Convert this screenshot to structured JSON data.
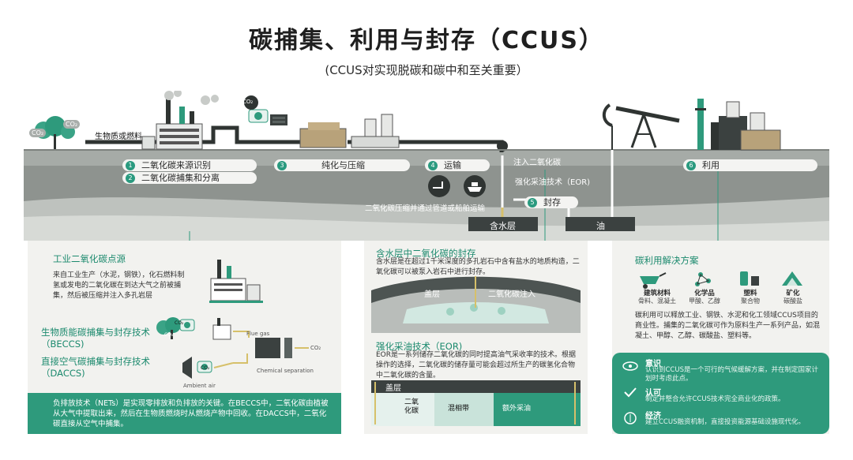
{
  "title": "碳捕集、利用与封存（CCUS）",
  "subtitle": "(CCUS对实现脱碳和碳中和至关重要）",
  "scene": {
    "co2_left_1": "CO₂",
    "co2_left_2": "CO₂",
    "co2_factory": "CO₂",
    "biomass_label": "生物质或燃料",
    "inject_co2": "注入二氧化碳",
    "eor_label": "强化采油技术（EOR)",
    "transport_caption": "二氧化碳压缩并通过管道或船舶运输",
    "aquifer_label": "含水层",
    "oil_label": "油"
  },
  "steps": [
    {
      "num": "1",
      "label": "二氧化碳来源识别"
    },
    {
      "num": "2",
      "label": "二氧化碳捕集和分离"
    },
    {
      "num": "3",
      "label": "纯化与压缩"
    },
    {
      "num": "4",
      "label": "运输"
    },
    {
      "num": "5",
      "label": "封存"
    },
    {
      "num": "6",
      "label": "利用"
    }
  ],
  "left_panel": {
    "heading": "工业二氧化碳点源",
    "text": "来自工业生产（水泥，钢铁），化石燃料制氢或发电的二氧化碳在到达大气之前被捕集，然后被压缩并注入多孔岩层",
    "beccs": "生物质能碳捕集与封存技术（BECCS)",
    "daccs": "直接空气碳捕集与封存技术（DACCS)",
    "flue_gas": "Flue gas",
    "chemical_separation": "Chemical separation",
    "ambient_air": "Ambient air",
    "co2_small": "CO₂",
    "co2_sym_1": "CO₂",
    "co2_sym_2": "CO₂",
    "co2_sym_3": "CO₂",
    "net_box": "负排放技术（NETs）是实现零排放和负排放的关键。在BECCS中，二氧化碳由植被从大气中提取出来，然后在生物质燃烧时从燃烧产物中回收。在DACCS中，二氧化碳直接从空气中捕集。"
  },
  "middle_panel": {
    "heading1": "含水层中二氧化碳的封存",
    "text1": "含水层是在超过1千米深度的多孔岩石中含有盐水的地质构造，二氧化碳可以被泵入岩石中进行封存。",
    "caprock1": "盖层",
    "co2_inject": "二氧化碳注入",
    "heading2": "强化采油技术（EOR)",
    "text2": "EOR是一系列储存二氧化碳的同时提高油气采收率的技术。根据操作的选择，二氧化碳的储存量可能会超过所生产的碳氢化合物中二氧化碳的含量。",
    "caprock2": "盖层",
    "co2_zone": "二氧化碳",
    "mixed_zone": "混相带",
    "extra_oil": "额外采油"
  },
  "right_panel": {
    "heading": "碳利用解决方案",
    "products": [
      {
        "title": "建筑材料",
        "sub": "骨料、混凝土"
      },
      {
        "title": "化学品",
        "sub": "甲酸、乙醇"
      },
      {
        "title": "塑料",
        "sub": "聚合物"
      },
      {
        "title": "矿化",
        "sub": "碳酸盐"
      }
    ],
    "text": "碳利用可以释放工业、钢铁、水泥和化工领域CCUS项目的商业性。捕集的二氧化碳可作为原料生产一系列产品，如混凝土、甲醇、乙醇、碳酸盐、塑料等。",
    "box": [
      {
        "title": "意识",
        "text": "认识到CCUS是一个可行的气候缓解方案，并在制定国家计划时考虑此点。"
      },
      {
        "title": "认可",
        "text": "制定并整合允许CCUS技术完全商业化的政策。"
      },
      {
        "title": "经济",
        "text": "建立CCUS融资机制，直接投资能源基础设施现代化。"
      }
    ]
  },
  "colors": {
    "accent": "#2e9a7c",
    "ground": "#8f9490",
    "dark": "#2f3432"
  }
}
